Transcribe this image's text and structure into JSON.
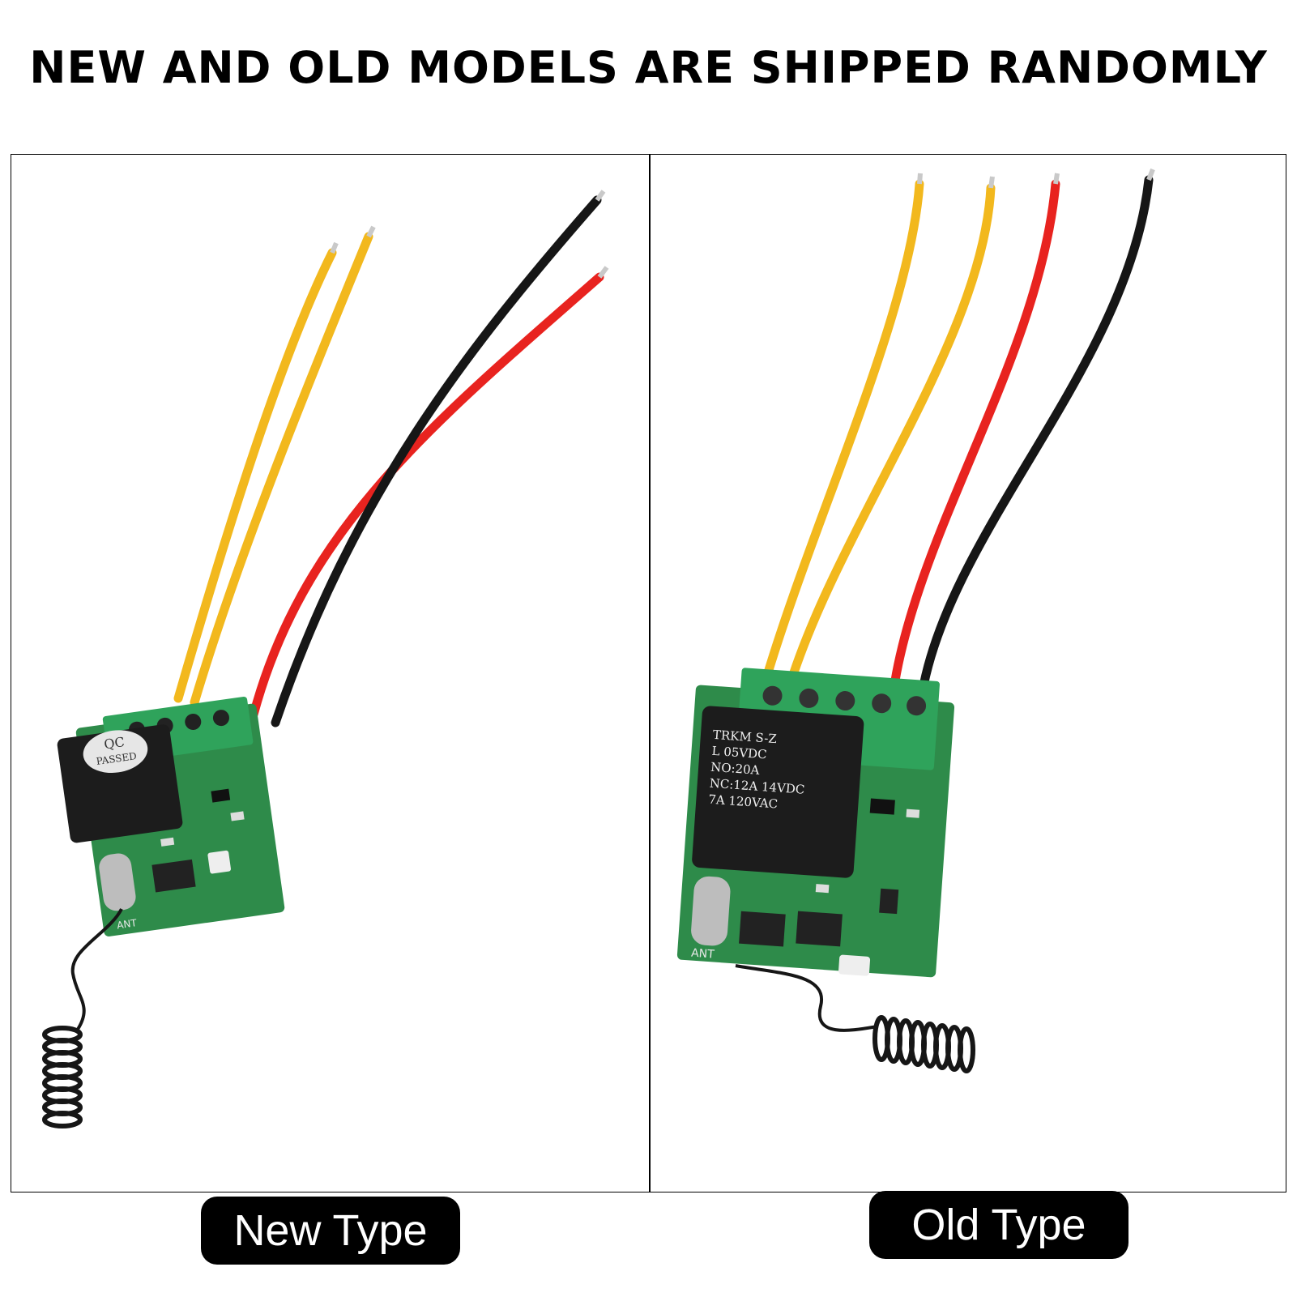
{
  "headline": "NEW AND OLD MODELS ARE SHIPPED RANDOMLY",
  "new_type": {
    "caption": "New Type",
    "stamp_lines": [
      "QC",
      "PASSED"
    ],
    "label_ant": "ANT"
  },
  "old_type": {
    "caption": "Old Type",
    "relay_lines": [
      "TRKM  S-Z",
      "L 05VDC",
      "NO:20A",
      "NC:12A  14VDC",
      "7A  120VAC"
    ],
    "label_ant": "ANT"
  },
  "colors": {
    "wire_yellow": "#f2b81d",
    "wire_red": "#e8231f",
    "wire_black": "#161616",
    "pcb_green": "#2e8b4a",
    "terminal_green": "#2fa35b",
    "relay_black": "#1c1c1c"
  }
}
